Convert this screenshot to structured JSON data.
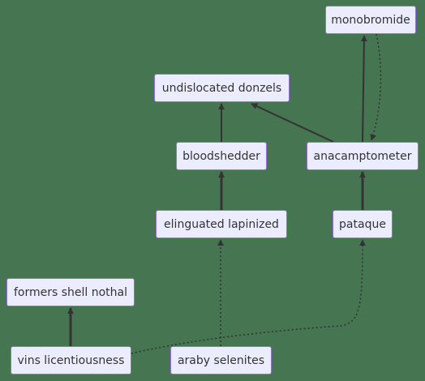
{
  "nodes": {
    "monobromide": "monobromide",
    "undislocated_donzels": "undislocated donzels",
    "bloodshedder": "bloodshedder",
    "anacamptometer": "anacamptometer",
    "elinguated_lapinized": "elinguated lapinized",
    "pataque": "pataque",
    "formers_shell_nothal": "formers shell nothal",
    "vins_licentiousness": "vins licentiousness",
    "araby_selenites": "araby selenites"
  },
  "edges": [
    {
      "from": "bloodshedder",
      "to": "undislocated_donzels",
      "style": "solid"
    },
    {
      "from": "anacamptometer",
      "to": "undislocated_donzels",
      "style": "solid"
    },
    {
      "from": "anacamptometer",
      "to": "monobromide",
      "style": "solid"
    },
    {
      "from": "monobromide",
      "to": "anacamptometer",
      "style": "dotted"
    },
    {
      "from": "elinguated_lapinized",
      "to": "bloodshedder",
      "style": "thick"
    },
    {
      "from": "pataque",
      "to": "anacamptometer",
      "style": "thick"
    },
    {
      "from": "vins_licentiousness",
      "to": "formers_shell_nothal",
      "style": "thick"
    },
    {
      "from": "vins_licentiousness",
      "to": "pataque",
      "style": "dotted"
    },
    {
      "from": "araby_selenites",
      "to": "elinguated_lapinized",
      "style": "dotted"
    }
  ],
  "colors": {
    "background": "#467551",
    "node_fill": "#ECECFF",
    "node_border": "#9370DB",
    "edge": "#333333",
    "text": "#333333"
  }
}
